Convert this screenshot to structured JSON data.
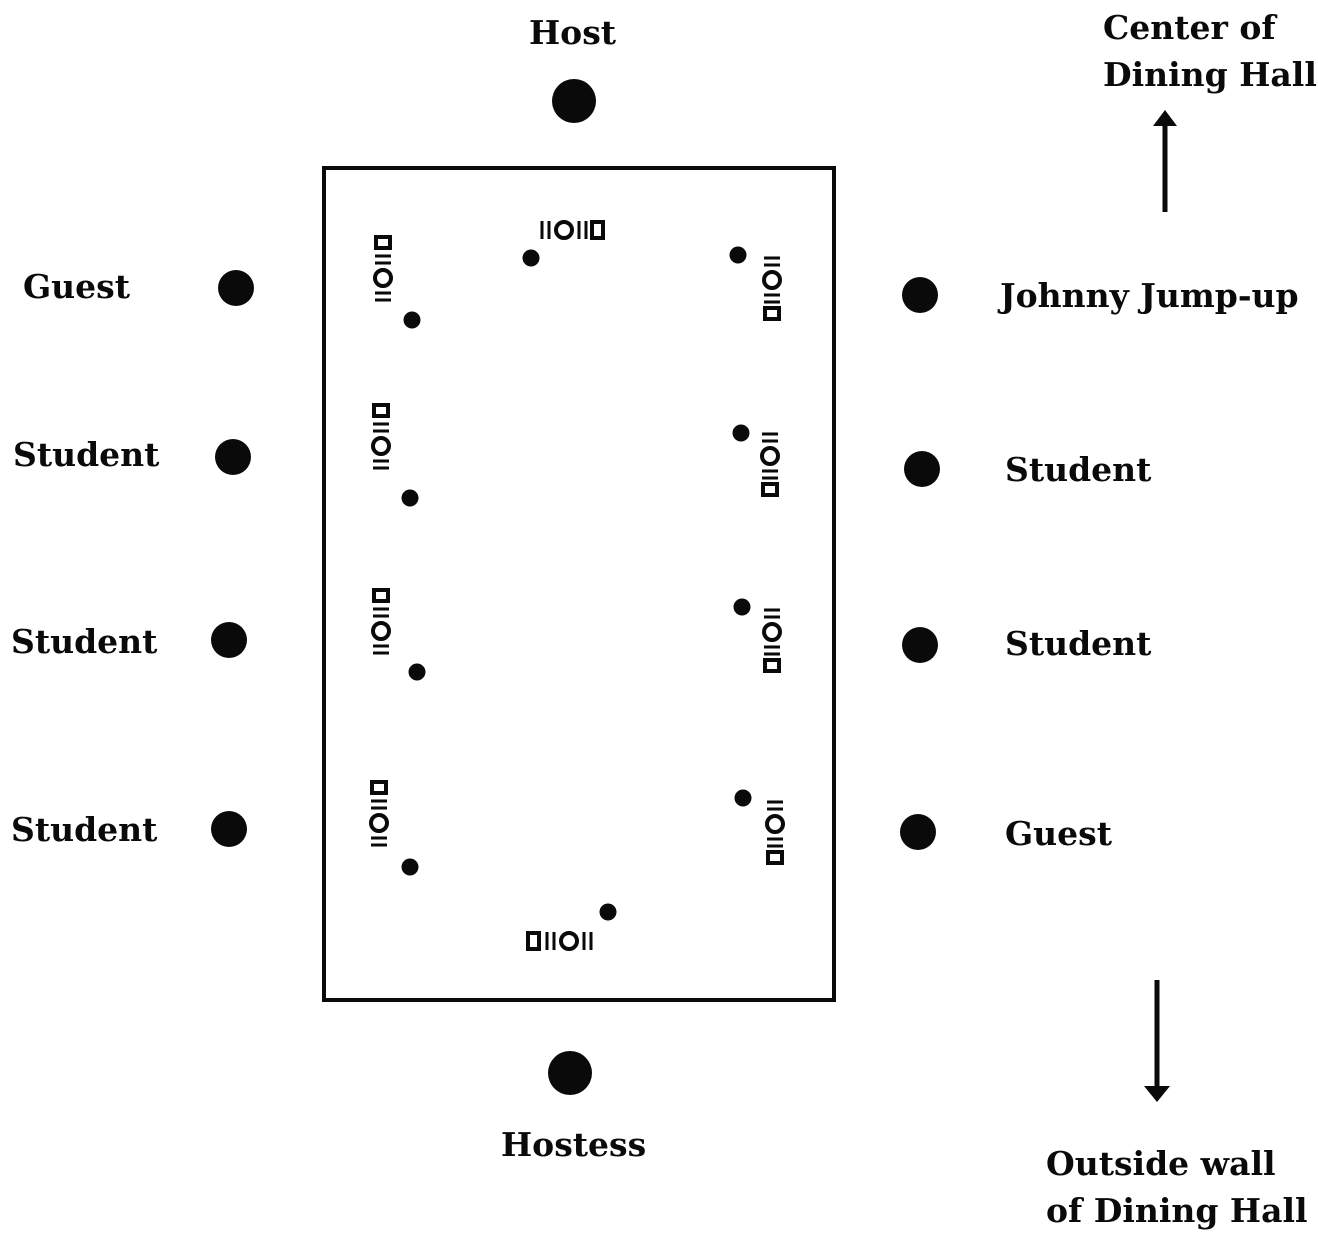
{
  "diagram": {
    "head_seats": {
      "top": "Host",
      "bottom": "Hostess"
    },
    "left_seats": [
      "Guest",
      "Student",
      "Student",
      "Student"
    ],
    "right_seats": [
      "Johnny Jump-up",
      "Student",
      "Student",
      "Guest"
    ],
    "directions": {
      "up": [
        "Center of",
        "Dining Hall"
      ],
      "down": [
        "Outside wall",
        "of Dining Hall"
      ]
    }
  }
}
